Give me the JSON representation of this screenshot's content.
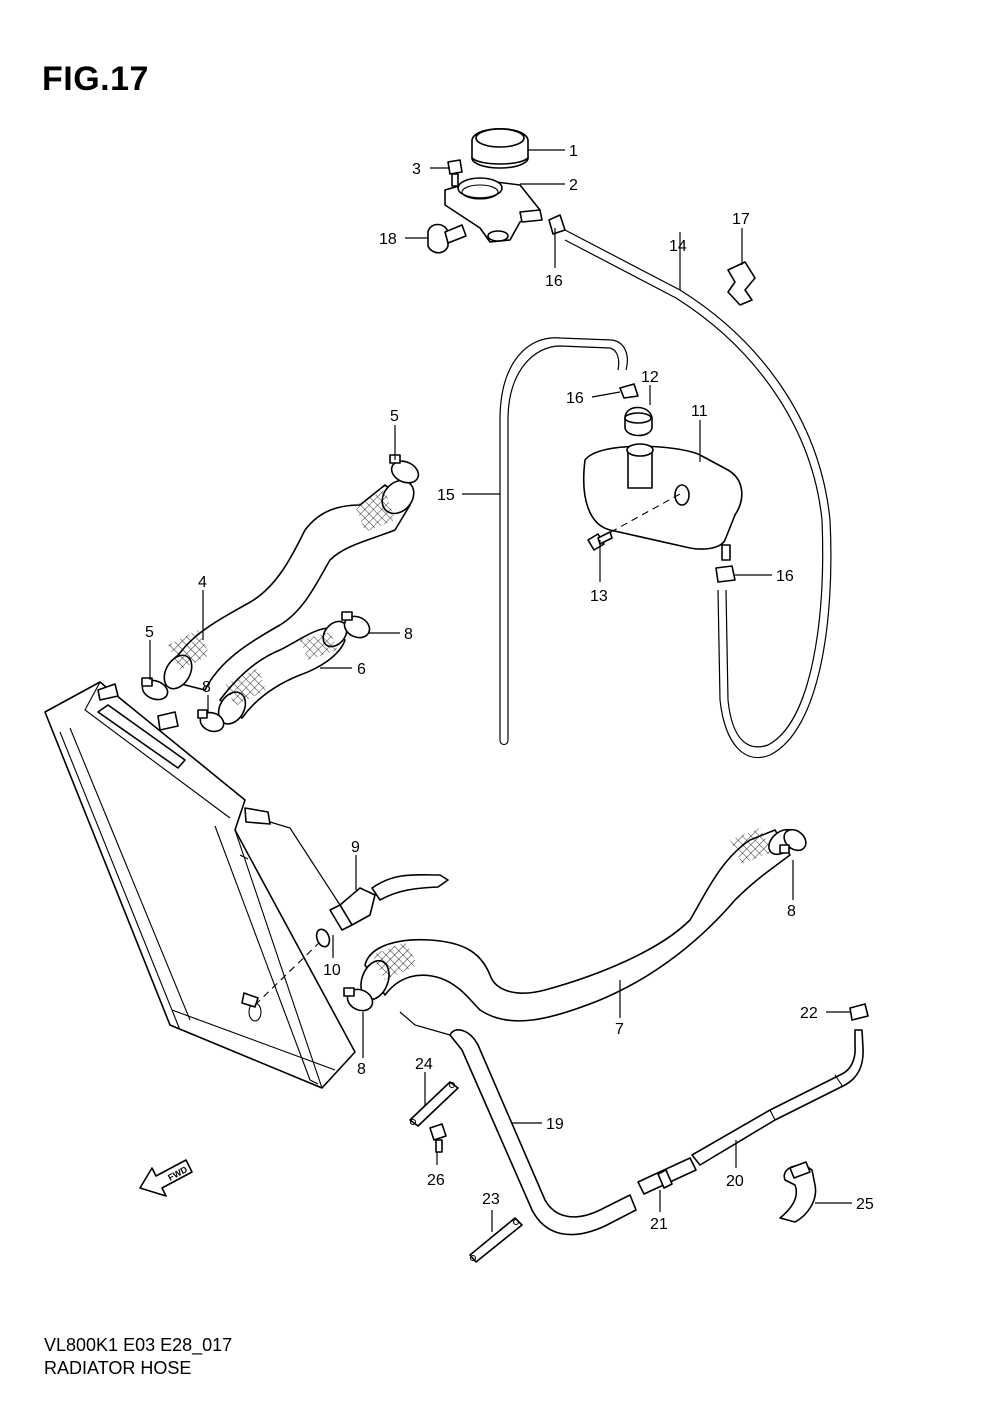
{
  "figure": {
    "title": "FIG.17",
    "model_code": "VL800K1 E03 E28_017",
    "name": "RADIATOR HOSE",
    "fwd_label": "FWD"
  },
  "callouts": [
    {
      "id": "c1",
      "number": "1"
    },
    {
      "id": "c2",
      "number": "2"
    },
    {
      "id": "c3",
      "number": "3"
    },
    {
      "id": "c4",
      "number": "4"
    },
    {
      "id": "c5a",
      "number": "5"
    },
    {
      "id": "c5b",
      "number": "5"
    },
    {
      "id": "c6",
      "number": "6"
    },
    {
      "id": "c7",
      "number": "7"
    },
    {
      "id": "c8a",
      "number": "8"
    },
    {
      "id": "c8b",
      "number": "8"
    },
    {
      "id": "c8c",
      "number": "8"
    },
    {
      "id": "c8d",
      "number": "8"
    },
    {
      "id": "c9",
      "number": "9"
    },
    {
      "id": "c10",
      "number": "10"
    },
    {
      "id": "c11",
      "number": "11"
    },
    {
      "id": "c12",
      "number": "12"
    },
    {
      "id": "c13",
      "number": "13"
    },
    {
      "id": "c14",
      "number": "14"
    },
    {
      "id": "c15",
      "number": "15"
    },
    {
      "id": "c16a",
      "number": "16"
    },
    {
      "id": "c16b",
      "number": "16"
    },
    {
      "id": "c16c",
      "number": "16"
    },
    {
      "id": "c17",
      "number": "17"
    },
    {
      "id": "c18",
      "number": "18"
    },
    {
      "id": "c19",
      "number": "19"
    },
    {
      "id": "c20",
      "number": "20"
    },
    {
      "id": "c21",
      "number": "21"
    },
    {
      "id": "c22",
      "number": "22"
    },
    {
      "id": "c23",
      "number": "23"
    },
    {
      "id": "c24",
      "number": "24"
    },
    {
      "id": "c25",
      "number": "25"
    },
    {
      "id": "c26",
      "number": "26"
    }
  ]
}
